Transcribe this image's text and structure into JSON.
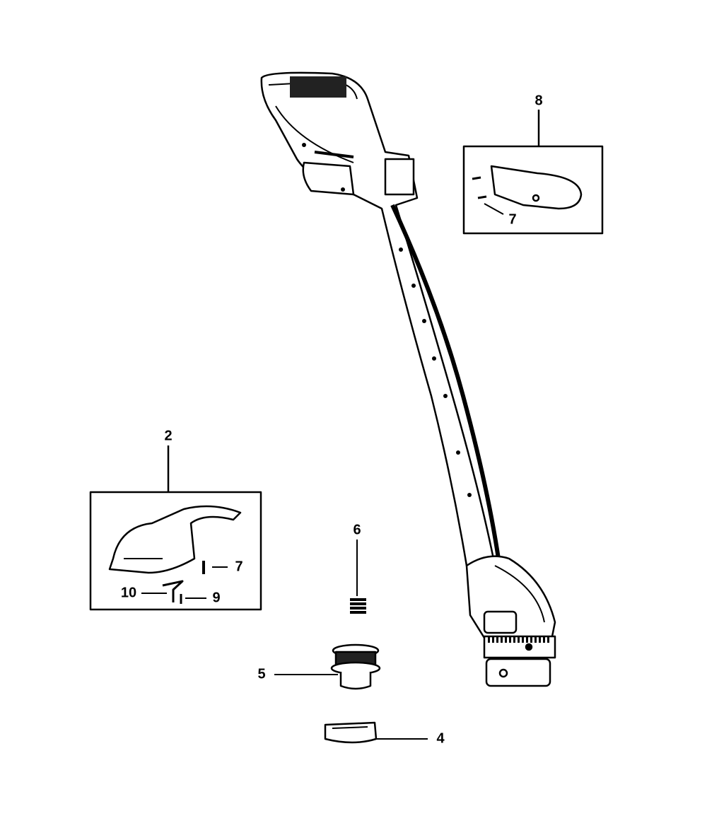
{
  "diagram": {
    "callouts": [
      {
        "id": "callout-8",
        "text": "8"
      },
      {
        "id": "callout-7-top",
        "text": "7"
      },
      {
        "id": "callout-2",
        "text": "2"
      },
      {
        "id": "callout-7-guard",
        "text": "7"
      },
      {
        "id": "callout-10",
        "text": "10"
      },
      {
        "id": "callout-9",
        "text": "9"
      },
      {
        "id": "callout-6",
        "text": "6"
      },
      {
        "id": "callout-5",
        "text": "5"
      },
      {
        "id": "callout-4",
        "text": "4"
      }
    ]
  }
}
